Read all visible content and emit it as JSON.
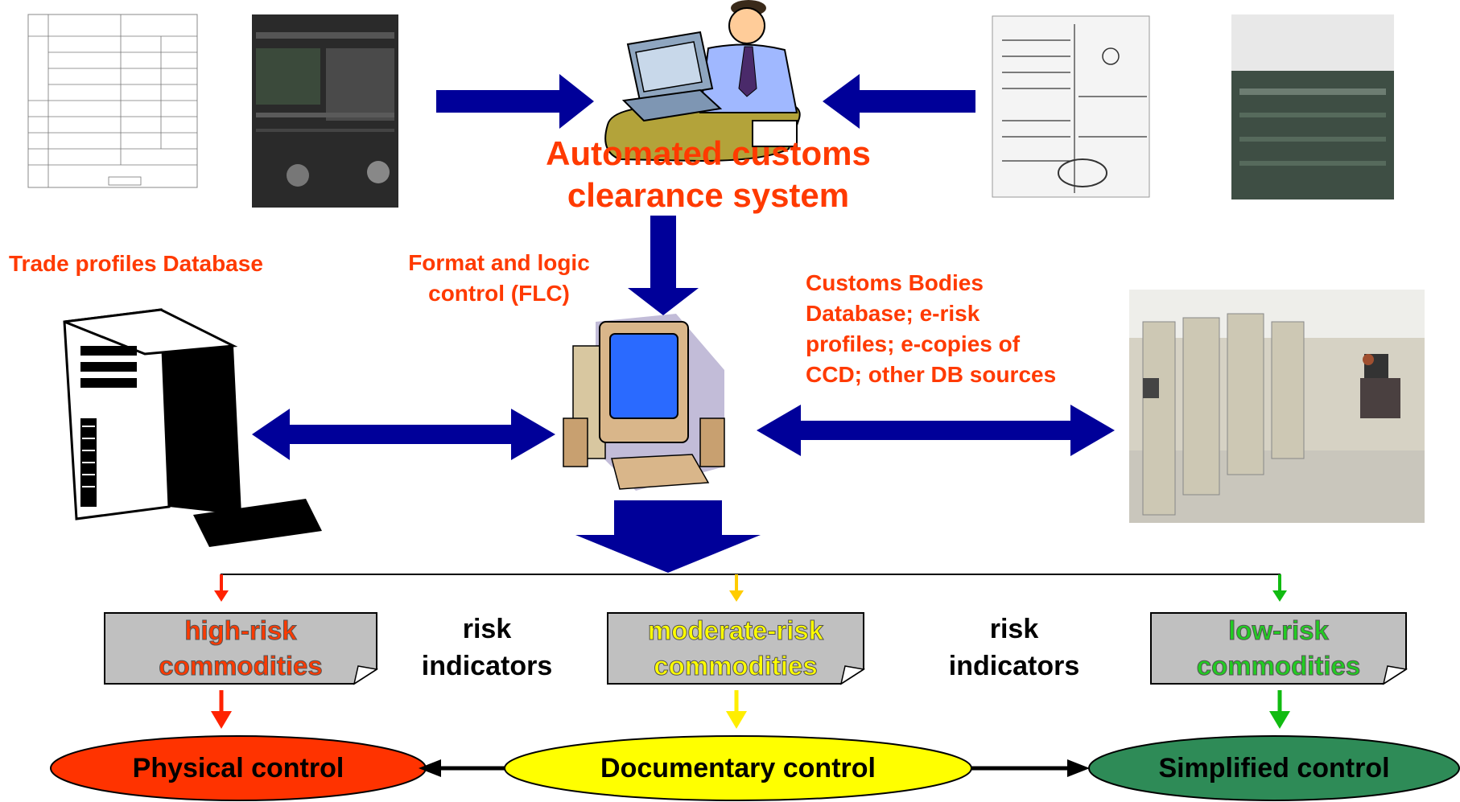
{
  "title": {
    "line1": "Automated customs",
    "line2": "clearance system"
  },
  "labels": {
    "trade_profiles": "Trade profiles Database",
    "flc_line1": "Format and logic",
    "flc_line2": "control (FLC)",
    "customs_db_line1": "Customs Bodies",
    "customs_db_line2": "Database; e-risk",
    "customs_db_line3": "profiles; e-copies of",
    "customs_db_line4": "CCD; other DB sources"
  },
  "risk_indicators": [
    {
      "line1": "risk",
      "line2": "indicators"
    },
    {
      "line1": "risk",
      "line2": "indicators"
    }
  ],
  "categories": [
    {
      "line1": "high-risk",
      "line2": "commodities",
      "color": "#ff3a00"
    },
    {
      "line1": "moderate-risk",
      "line2": "commodities",
      "color": "#ffff00"
    },
    {
      "line1": "low-risk",
      "line2": "commodities",
      "color": "#22cc22"
    }
  ],
  "controls": [
    {
      "label": "Physical control",
      "fill": "#ff3300"
    },
    {
      "label": "Documentary control",
      "fill": "#ffff00"
    },
    {
      "label": "Simplified control",
      "fill": "#2e8b57"
    }
  ],
  "colors": {
    "arrow_blue": "#000099",
    "label_red": "#ff3a00",
    "arrow_yellow": "#ffcc00",
    "arrow_green": "#11bb11"
  }
}
